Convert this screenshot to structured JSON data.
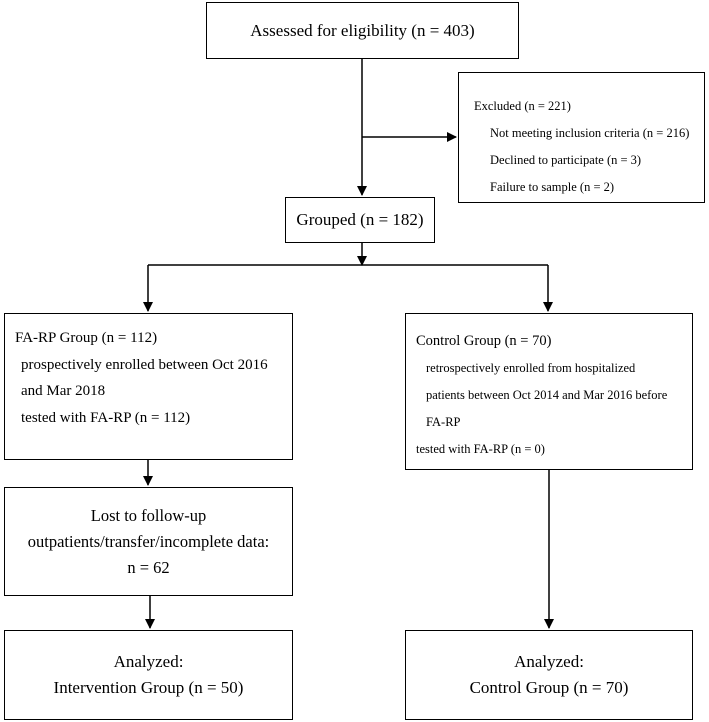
{
  "flowchart": {
    "assessed": "Assessed for eligibility (n = 403)",
    "excluded": {
      "title": "Excluded (n = 221)",
      "items": [
        "Not meeting inclusion criteria (n = 216)",
        "Declined to participate (n = 3)",
        "Failure to sample (n = 2)"
      ]
    },
    "grouped": "Grouped (n = 182)",
    "fa_rp_group": {
      "title": "FA-RP Group (n = 112)",
      "lines": [
        "prospectively enrolled between Oct 2016",
        "and Mar 2018",
        "tested with FA-RP (n = 112)"
      ]
    },
    "control_group": {
      "title": "Control Group (n = 70)",
      "lines": [
        "retrospectively enrolled from hospitalized",
        "patients between Oct 2014 and Mar 2016 before",
        "FA-RP",
        "tested with FA-RP (n = 0)"
      ]
    },
    "lost": {
      "lines": [
        "Lost to follow-up",
        "outpatients/transfer/incomplete data:",
        "n = 62"
      ]
    },
    "analyzed_left": {
      "lines": [
        "Analyzed:",
        "Intervention Group (n = 50)"
      ]
    },
    "analyzed_right": {
      "lines": [
        "Analyzed:",
        "Control Group (n = 70)"
      ]
    }
  }
}
